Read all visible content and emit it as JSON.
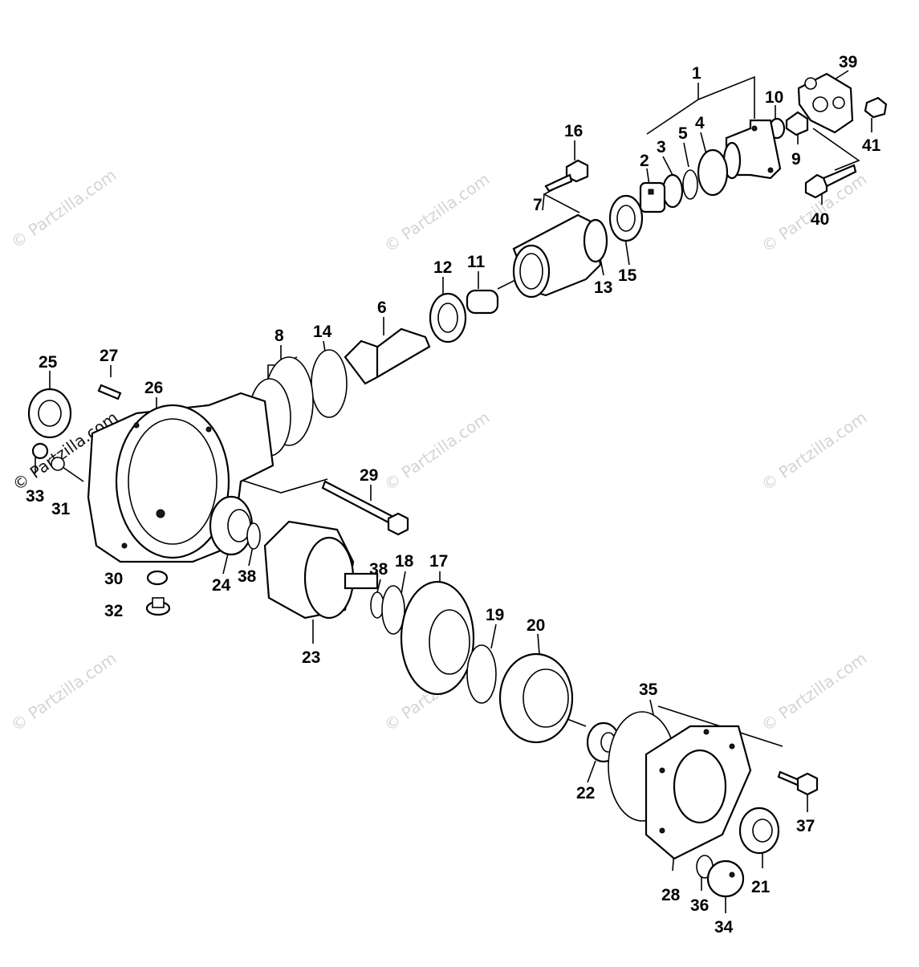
{
  "diagram": {
    "watermark_text": "© Partzilla.com",
    "callouts": {
      "c1": "1",
      "c2": "2",
      "c3": "3",
      "c4": "4",
      "c5": "5",
      "c6": "6",
      "c7": "7",
      "c8": "8",
      "c9": "9",
      "c10": "10",
      "c11": "11",
      "c12": "12",
      "c13": "13",
      "c14": "14",
      "c15": "15",
      "c16": "16",
      "c17": "17",
      "c18": "18",
      "c19": "19",
      "c20": "20",
      "c21": "21",
      "c22": "22",
      "c23": "23",
      "c24": "24",
      "c25": "25",
      "c26": "26",
      "c27": "27",
      "c28": "28",
      "c29": "29",
      "c30": "30",
      "c31": "31",
      "c32": "32",
      "c33": "33",
      "c34": "34",
      "c35": "35",
      "c36": "36",
      "c37": "37",
      "c38a": "38",
      "c38b": "38",
      "c39": "39",
      "c40": "40",
      "c41": "41"
    }
  }
}
